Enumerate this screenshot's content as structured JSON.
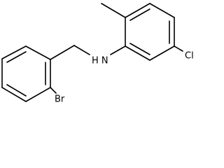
{
  "molecule": {
    "atom_labels": {
      "amine": "H N",
      "bromine": "Br",
      "chlorine": "Cl"
    }
  }
}
